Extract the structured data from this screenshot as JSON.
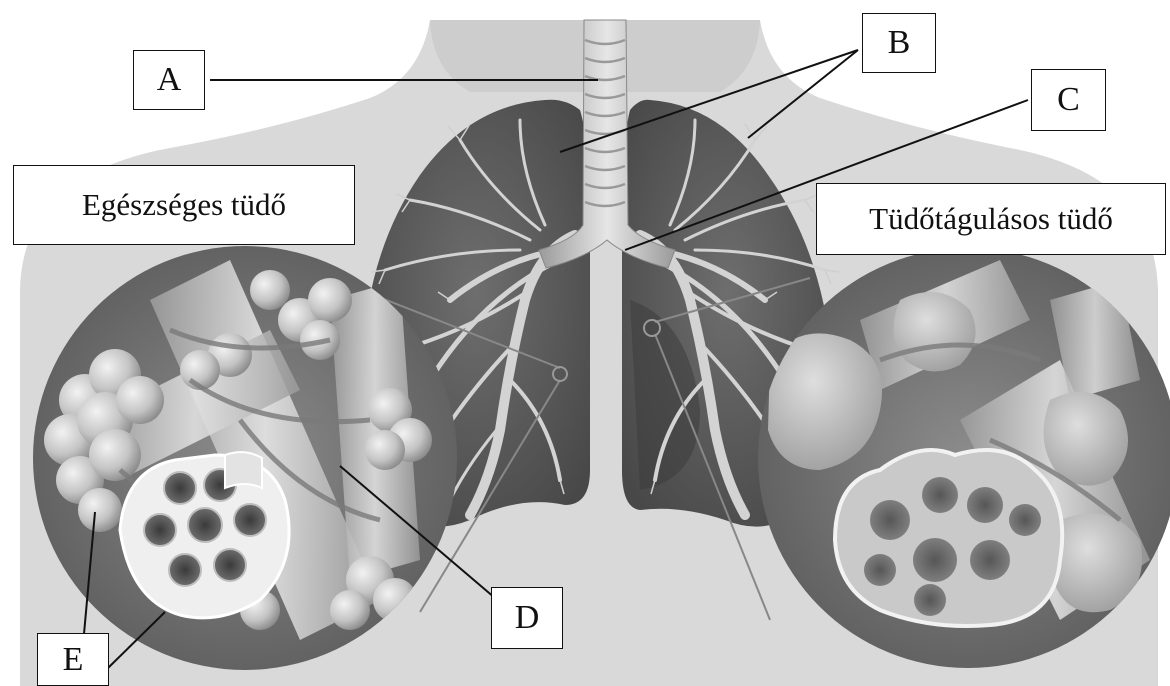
{
  "labels": {
    "a": "A",
    "b": "B",
    "c": "C",
    "d": "D",
    "e": "E"
  },
  "captions": {
    "healthy": "Egészséges tüdő",
    "emphysema": "Tüdőtágulásos tüdő"
  },
  "colors": {
    "background": "#ffffff",
    "ink": "#111111",
    "body": "#d9d9d9",
    "lung": "#5e5e5e",
    "airway": "#cfcfcf"
  }
}
